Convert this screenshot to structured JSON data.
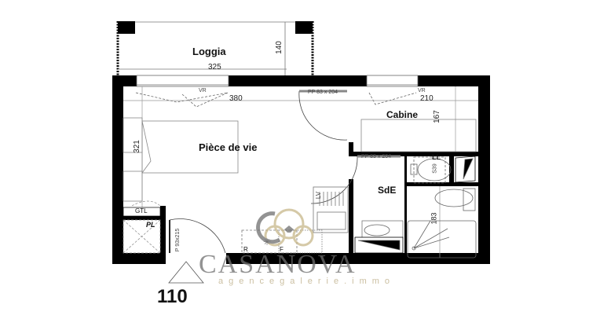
{
  "plan": {
    "lot_number": "110",
    "rooms": {
      "loggia": "Loggia",
      "piece_de_vie": "Pièce de vie",
      "cabine": "Cabine",
      "sde": "SdE"
    },
    "dimensions": {
      "loggia_width": "325",
      "loggia_depth": "140",
      "piece_width": "380",
      "piece_depth": "321",
      "cabine_width": "210",
      "cabine_depth": "167",
      "sde_depth": "183"
    },
    "doors": {
      "door_cabine": "PP 83 x 204",
      "door_sde": "PP 83 x 204",
      "entry_door": "P 93x215"
    },
    "annotations": {
      "vr_left": "VR",
      "vr_right": "VR",
      "gtl": "GTL",
      "pl": "PL",
      "lv": "LV",
      "ll": "LL",
      "ll_size": "S39",
      "fridge": "R",
      "cooktop": "F"
    }
  },
  "watermark": {
    "brand": "CASANOVA",
    "website": "agencegalerie.immo"
  },
  "colors": {
    "wall": "#000000",
    "line": "#888888",
    "watermark_gray": "#6e6e6e",
    "watermark_gold": "#b9aa82"
  }
}
